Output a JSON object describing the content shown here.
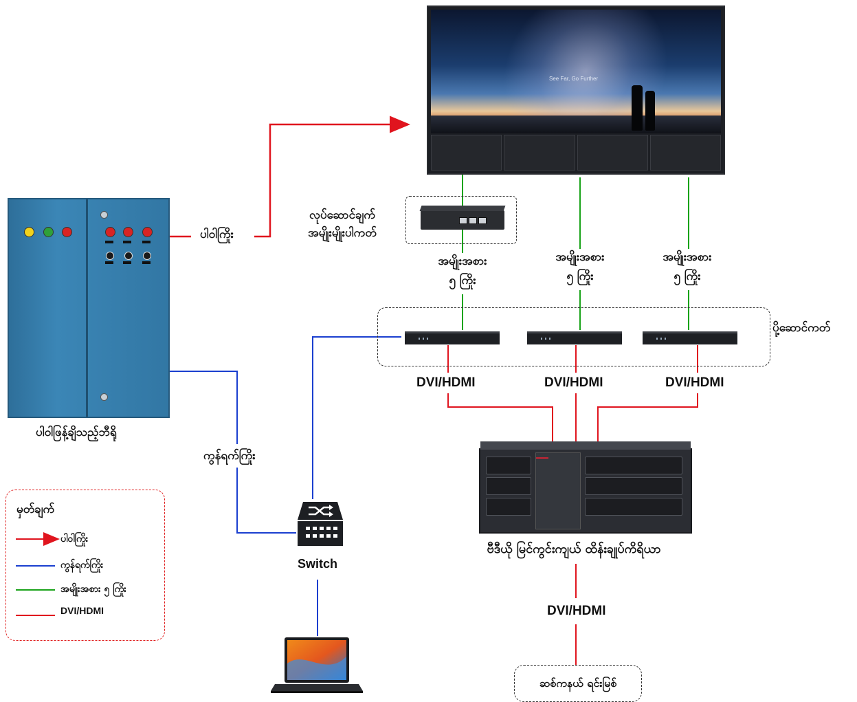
{
  "tv_wall": {
    "tagline": "See Far, Go Further"
  },
  "labels": {
    "power_cable_top": "ပါဝါကြိုး",
    "gateway_line1": "လုပ်ဆောင်ချက်",
    "gateway_line2": "အမျိုးမျိုးပါကတ်",
    "cat5_line1": "အမျိုးအစား",
    "cat5_line2": "၅ ကြိုး",
    "decoder_card": "ပို့ဆောင်ကတ်",
    "dvi1": "DVI/HDMI",
    "dvi2": "DVI/HDMI",
    "dvi3": "DVI/HDMI",
    "dvi_bottom": "DVI/HDMI",
    "cabinet": "ပါဝါဖြန့်ချိသည့်ဘီရို",
    "network_cable": "ကွန်ရက်ကြိုး",
    "switch": "Switch",
    "controller": "ဗီဒီယို မြင်ကွင်းကျယ် ထိန်းချုပ်ကိရိယာ",
    "signal_source": "ဆစ်ကနယ် ရင်းမြစ်"
  },
  "legend": {
    "title": "မှတ်ချက်",
    "items": [
      {
        "label": "ပါဝါကြိုး",
        "color": "#e0141e"
      },
      {
        "label": "ကွန်ရက်ကြိုး",
        "color": "#1a3fcf"
      },
      {
        "label": "အမျိုးအစား ၅ ကြိုး",
        "color": "#19a319"
      },
      {
        "label": "DVI/HDMI",
        "color": "#e0141e"
      }
    ]
  },
  "colors": {
    "power": "#e0141e",
    "network": "#1a3fcf",
    "cat5": "#19a319",
    "dvi": "#e0141e"
  }
}
